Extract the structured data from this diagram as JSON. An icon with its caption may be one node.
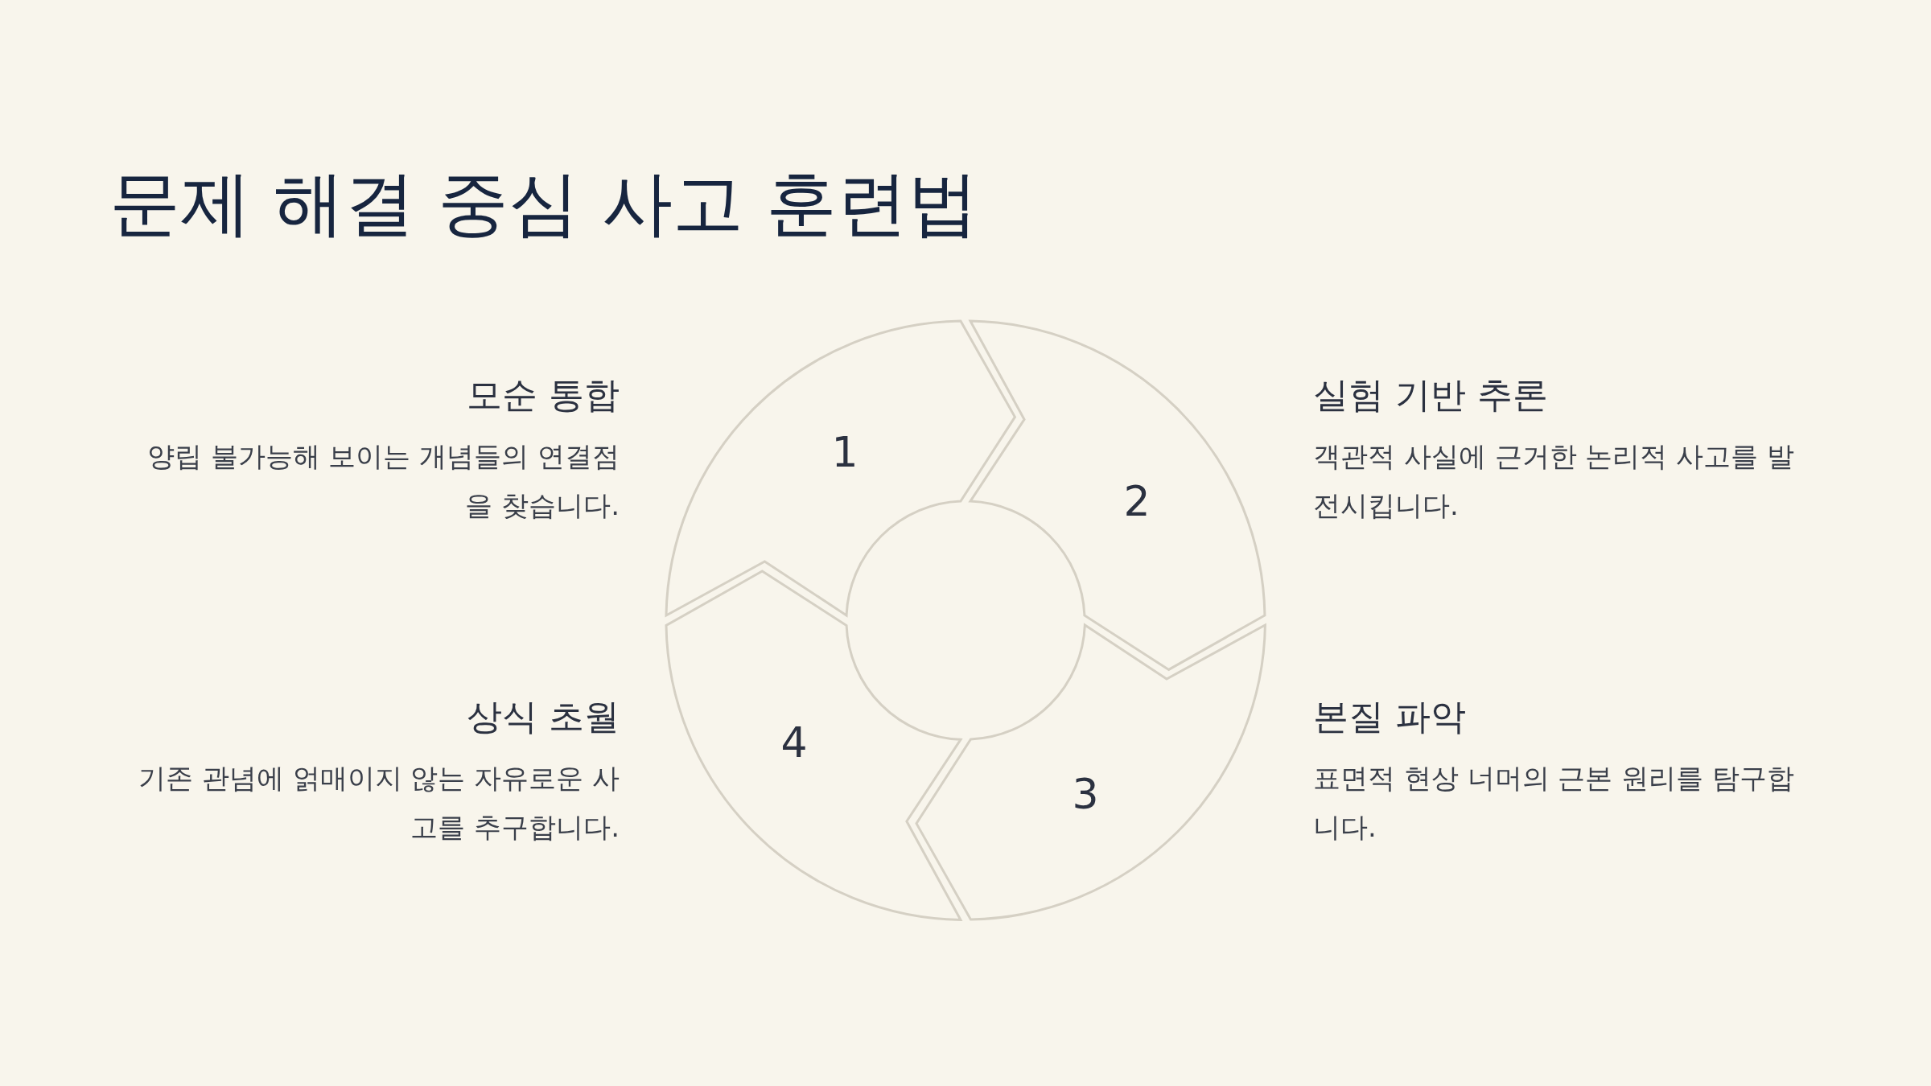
{
  "diagram": {
    "title": "문제 해결 중심 사고 훈련법",
    "nodes": [
      {
        "text": [
          "1"
        ],
        "beside": [
          "모순 통합",
          "양립 불가능해 보이는 개념들의 연결점을 찾습니다."
        ]
      },
      {
        "text": [
          "2"
        ],
        "beside": [
          "실험 기반 추론",
          "객관적 사실에 근거한 논리적 사고를 발전시킵니다."
        ]
      },
      {
        "text": [
          "3"
        ],
        "beside": [
          "본질 파악",
          "표면적 현상 너머의 근본 원리를 탐구합니다."
        ]
      },
      {
        "text": [
          "4"
        ],
        "beside": [
          "상식 초월",
          "기존 관념에 얽매이지 않는 자유로운 사고를 추구합니다."
        ]
      }
    ]
  }
}
